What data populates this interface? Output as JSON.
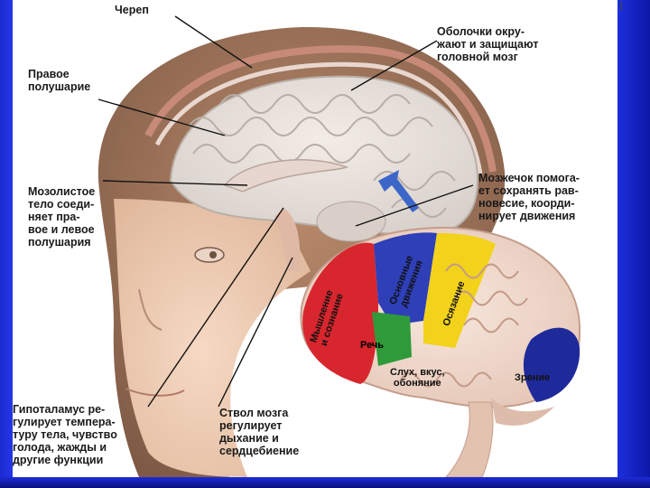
{
  "labels": {
    "skull": "Череп",
    "meninges": "Оболочки окру-\nжают и защищают\nголовной мозг",
    "right_hemisphere": "Правое\nполушарие",
    "corpus_callosum": "Мозолистое\nтело соеди-\nняет пра-\nвое и левое\nполушария",
    "cerebellum": "Мозжечок помога-\nет сохранять рав-\nновесие, коорди-\nнирует движения",
    "hypothalamus": "Гипоталамус ре-\nгулирует темпера-\nтуру тела, чувство\nголода, жажды и\nдругие функции",
    "brainstem": "Ствол мозга\nрегулирует\nдыхание и\nсердцебиение"
  },
  "regions": {
    "thinking": "Мышление\nи сознание",
    "speech": "Речь",
    "movement": "Основные\nдвижения",
    "touch": "Осязание",
    "hearing": "Слух, вкус,\nобоняние",
    "vision": "Зрение"
  },
  "colors": {
    "frame_blue": "#1c2fdc",
    "region_red": "#d8262e",
    "region_green": "#2f9a3a",
    "region_blue": "#2e3fb8",
    "region_yellow": "#f2d21a",
    "region_navy": "#1f2a9a",
    "arrow_blue": "#3d66c9"
  },
  "corner_mark": "I"
}
